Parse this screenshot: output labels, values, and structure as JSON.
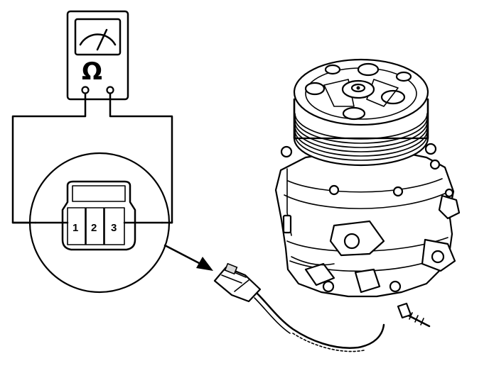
{
  "meter": {
    "symbol": "Ω"
  },
  "connector": {
    "pins": [
      "1",
      "2",
      "3"
    ]
  }
}
